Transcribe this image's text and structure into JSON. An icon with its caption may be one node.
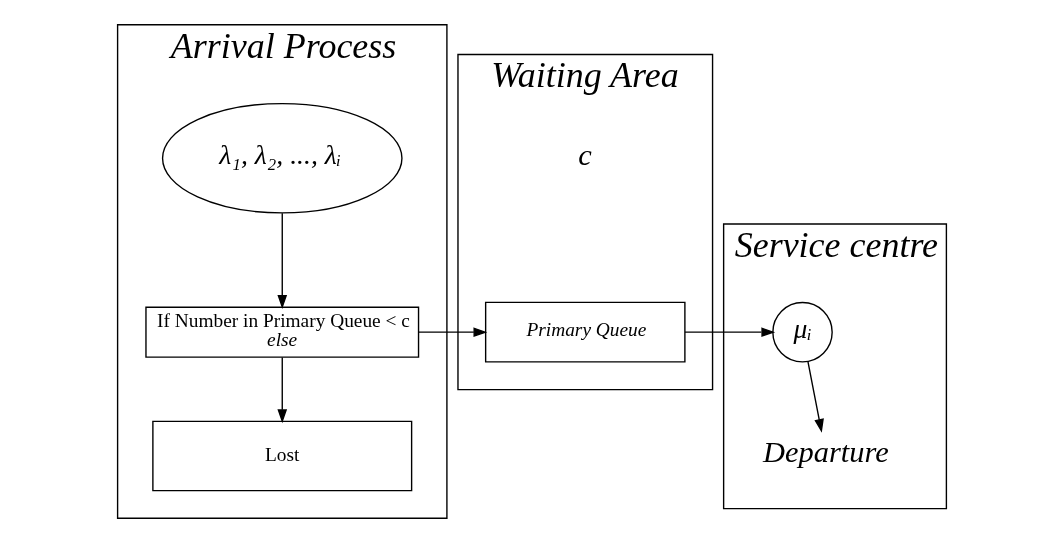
{
  "diagram": {
    "nodes": [
      {
        "text": [
          "Arrival Process"
        ]
      },
      {
        "text": [
          "λ₁, λ₂, ..., λᵢ"
        ],
        "in": 0
      },
      {
        "text": [
          "If Number in Primary Queue < c",
          "else"
        ],
        "in": 0
      },
      {
        "text": [
          "Lost"
        ],
        "in": 0
      },
      {
        "text": [
          "Waiting Area"
        ]
      },
      {
        "text": [
          "Primary Queue"
        ],
        "in": 4
      },
      {
        "text": [
          "Service centre"
        ]
      },
      {
        "text": [
          "μᵢ"
        ],
        "in": 6
      },
      {
        "text": [
          "Departure"
        ],
        "in": 6
      }
    ],
    "edges": [
      {
        "from": 1,
        "to": 2,
        "arrow": "to"
      },
      {
        "from": 2,
        "to": 5,
        "arrow": "to"
      },
      {
        "from": 2,
        "to": 3,
        "arrow": "to"
      },
      {
        "from": 5,
        "to": 7,
        "arrow": "to"
      },
      {
        "from": 7,
        "to": 8,
        "arrow": "to"
      }
    ],
    "labels": [
      "c"
    ]
  }
}
